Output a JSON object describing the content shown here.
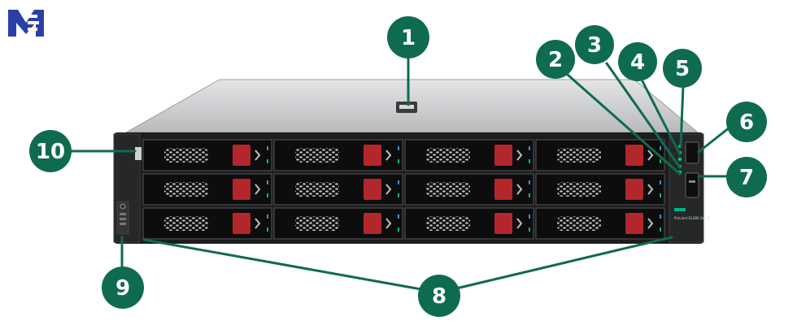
{
  "brand": {
    "logo_icon": "mb-logo-icon",
    "colors": {
      "logo": "#2a3fa8",
      "callout": "#0f6b4f"
    }
  },
  "server": {
    "drive_bays": 12,
    "drive_rows": 3,
    "drive_cols": 4,
    "bezel_label": "ProLiant DL380 Gen11",
    "colors": {
      "chassis_top": "#c9cbcd",
      "front": "#1c1d1f",
      "drive_latch": "#b3262b",
      "accent_green": "#00b388"
    }
  },
  "callouts": [
    {
      "id": "1",
      "label": "1"
    },
    {
      "id": "2",
      "label": "2"
    },
    {
      "id": "3",
      "label": "3"
    },
    {
      "id": "4",
      "label": "4"
    },
    {
      "id": "5",
      "label": "5"
    },
    {
      "id": "6",
      "label": "6"
    },
    {
      "id": "7",
      "label": "7"
    },
    {
      "id": "8",
      "label": "8"
    },
    {
      "id": "9",
      "label": "9"
    },
    {
      "id": "10",
      "label": "10"
    }
  ]
}
